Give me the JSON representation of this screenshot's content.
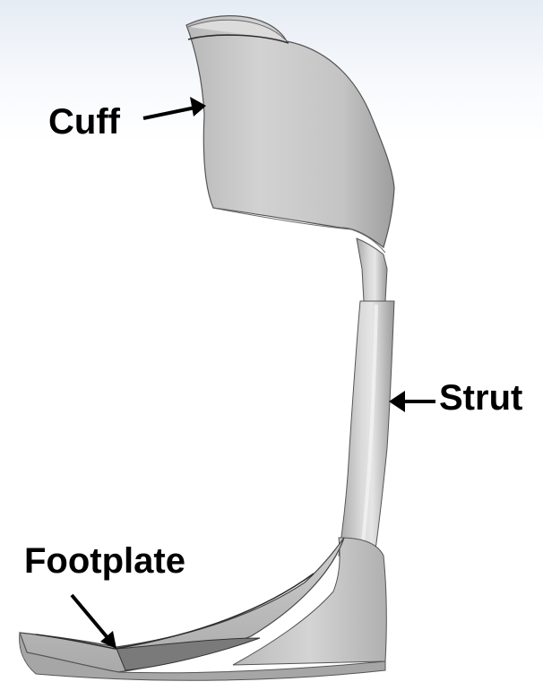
{
  "labels": {
    "cuff": "Cuff",
    "strut": "Strut",
    "footplate": "Footplate"
  },
  "colors": {
    "background_top": "#e6ecf4",
    "brace_light": "#d6d6d6",
    "brace_mid": "#bdbdbd",
    "brace_dark": "#8a8a8a",
    "edge": "#3a3a3a",
    "text": "#000000"
  }
}
